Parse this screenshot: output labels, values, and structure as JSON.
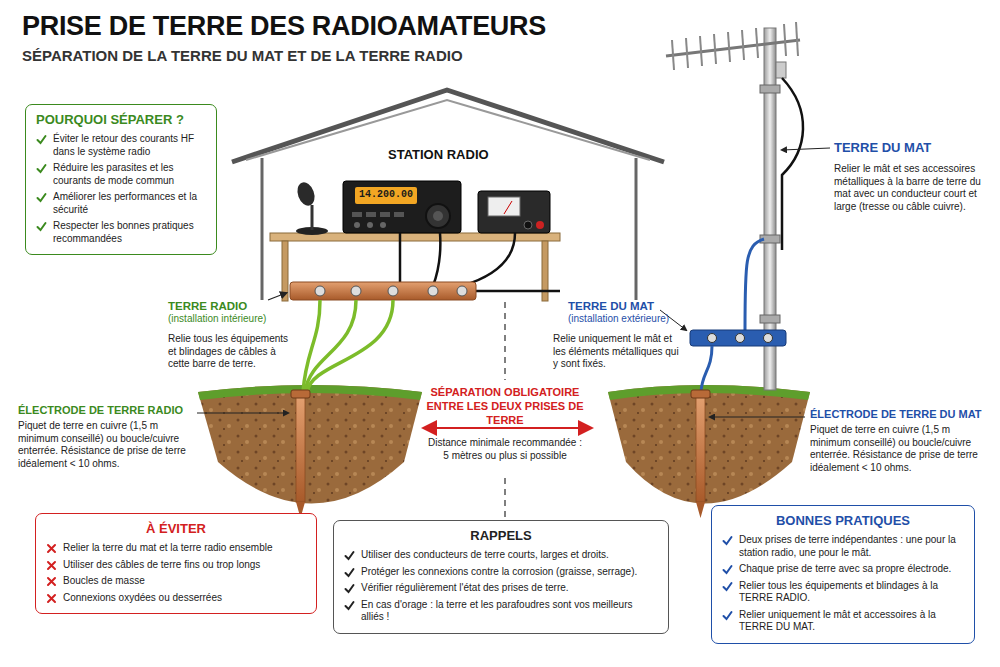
{
  "diagram": {
    "title": "PRISE DE TERRE DES RADIOAMATEURS",
    "nodes": [
      {
        "text": [
          "POURQUOI SÉPARER ?",
          "Éviter le retour des courants HF dans le système radio",
          "Réduire les parasites et les courants de mode commun",
          "Améliorer les performances et la sécurité",
          "Respecter les bonnes pratiques recommandées"
        ]
      },
      {
        "text": [
          "À ÉVITER",
          "Relier la terre du mat et la terre radio ensemble",
          "Utiliser des câbles de terre fins ou trop longs",
          "Boucles de masse",
          "Connexions oxydées ou desserrées"
        ]
      },
      {
        "text": [
          "RAPPELS",
          "Utiliser des conducteurs de terre courts, larges et droits.",
          "Protéger les connexions contre la corrosion (graisse, serrage).",
          "Vérifier régulièrement l'état des prises de terre.",
          "En cas d'orage : la terre et les parafoudres sont vos meilleurs alliés !"
        ]
      },
      {
        "text": [
          "BONNES PRATIQUES",
          "Deux prises de terre indépendantes : une pour la station radio, une pour le mât.",
          "Chaque prise de terre avec sa propre électrode.",
          "Relier tous les équipements et blindages à la TERRE RADIO.",
          "Relier uniquement le mât et accessoires à la TERRE DU MAT."
        ]
      }
    ],
    "labels": [
      "SÉPARATION DE LA TERRE DU MAT ET DE LA TERRE RADIO",
      "STATION RADIO",
      "14.200.00",
      "TERRE RADIO",
      "(installation intérieure)",
      "Relie tous les équipements et blindages de câbles à cette barre de terre.",
      "ÉLECTRODE DE TERRE RADIO",
      "Piquet de terre en cuivre (1,5 m minimum conseillé) ou boucle/cuivre enterrée. Résistance de prise de terre idéalement < 10 ohms.",
      "SÉPARATION OBLIGATOIRE ENTRE LES DEUX PRISES DE TERRE",
      "Distance minimale recommandée : 5 mètres ou plus si possible",
      "TERRE DU MAT",
      "(installation extérieure)",
      "Relie uniquement le mât et les éléments métalliques qui y sont fixés.",
      "TERRE DU MAT",
      "Relier le mât et ses accessoires métalliques à la barre de terre du mat avec un conducteur court et large (tresse ou câble cuivre).",
      "ÉLECTRODE DE TERRE DU MAT",
      "Piquet de terre en cuivre (1,5 m minimum conseillé) ou boucle/cuivre enterrée. Résistance de prise de terre idéalement < 10 ohms."
    ]
  }
}
